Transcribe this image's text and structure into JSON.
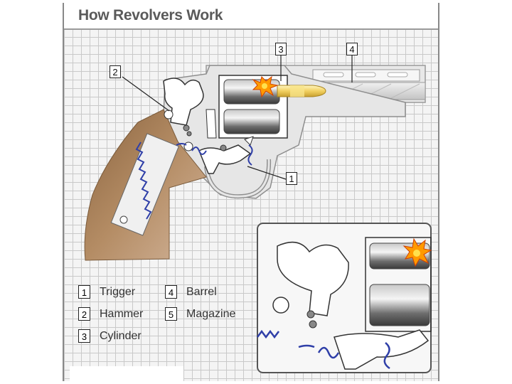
{
  "title": "How Revolvers Work",
  "callouts": [
    "1",
    "2",
    "3",
    "4"
  ],
  "legend": [
    {
      "num": "1",
      "label": "Trigger"
    },
    {
      "num": "2",
      "label": "Hammer"
    },
    {
      "num": "3",
      "label": "Cylinder"
    },
    {
      "num": "4",
      "label": "Barrel"
    },
    {
      "num": "5",
      "label": "Magazine"
    }
  ],
  "colors": {
    "grid": "#c9c9c9",
    "frame": "#e3e3e3",
    "grip": "#a07a55",
    "bullet_brass": "#f2d060",
    "flash": "#ff9a00",
    "spring": "#2f3fa8"
  }
}
